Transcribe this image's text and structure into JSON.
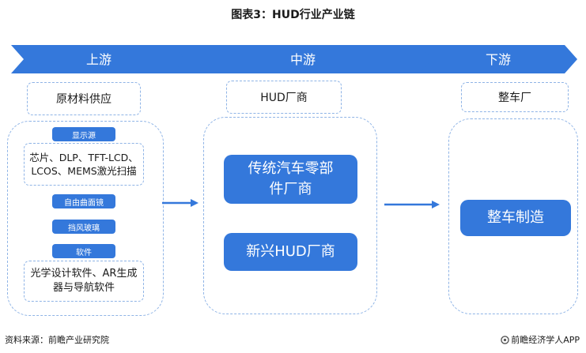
{
  "title": "图表3：HUD行业产业链",
  "colors": {
    "banner": "#3478db",
    "box_fill": "#3478db",
    "dash_border": "#8fb4e6",
    "arrow": "#3478db"
  },
  "stages": {
    "upstream": {
      "label": "上游",
      "header": "原材料供应",
      "display_tag": "显示源",
      "display_items": "芯片、DLP、TFT-LCD、LCOS、MEMS激光扫描",
      "freeform_tag": "自由曲面镜",
      "windshield_tag": "挡风玻璃",
      "software_tag": "软件",
      "software_items": "光学设计软件、AR生成器与导航软件"
    },
    "midstream": {
      "label": "中游",
      "header": "HUD厂商",
      "traditional": "传统汽车零部件厂商",
      "emerging": "新兴HUD厂商"
    },
    "downstream": {
      "label": "下游",
      "header": "整车厂",
      "manufacturing": "整车制造"
    }
  },
  "footer": {
    "source": "资料来源：前瞻产业研究院",
    "brand": "前瞻经济学人APP"
  }
}
